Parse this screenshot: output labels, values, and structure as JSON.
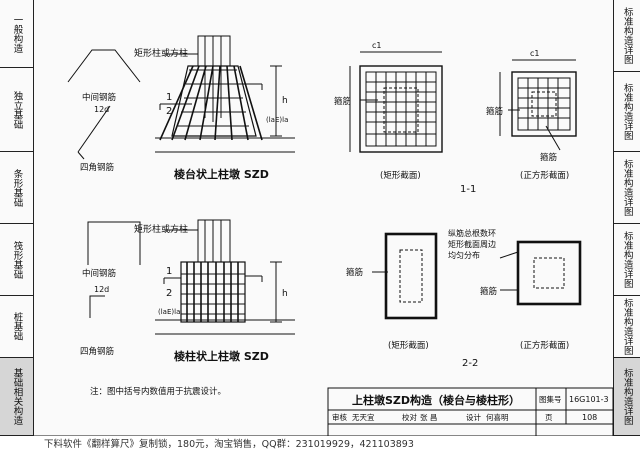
{
  "left_tabs": [
    {
      "label": "一般构造"
    },
    {
      "label": "独立基础"
    },
    {
      "label": "条形基础"
    },
    {
      "label": "筏形基础"
    },
    {
      "label": "桩基础"
    },
    {
      "label": "基础相关构造",
      "active": true
    }
  ],
  "right_tabs": [
    {
      "label": "标准构造详图"
    },
    {
      "label": "标准构造详图"
    },
    {
      "label": "标准构造详图"
    },
    {
      "label": "标准构造详图"
    },
    {
      "label": "标准构造详图"
    },
    {
      "label": "标准构造详图",
      "active": true
    }
  ],
  "top_detail": {
    "title": "棱台状上柱墩 SZD",
    "label_column": "矩形柱或方柱",
    "mark_1": "1",
    "mark_2": "2",
    "label_h": "h",
    "label_la": "(laE)la",
    "side_mid": "中间钢筋",
    "side_12d": "12d",
    "side_corner": "四角钢筋"
  },
  "bottom_detail": {
    "title": "棱柱状上柱墩 SZD",
    "label_column": "矩形柱或方柱",
    "mark_1": "1",
    "mark_2": "2",
    "label_h": "h",
    "label_la": "(laE)la",
    "side_mid": "中间钢筋",
    "side_12d": "12d",
    "side_corner": "四角钢筋"
  },
  "section_1": {
    "label": "1-1",
    "left_caption": "(矩形截面)",
    "right_caption": "(正方形截面)",
    "stirrup_a": "箍筋",
    "stirrup_b": "箍筋",
    "stirrup_c": "箍筋",
    "c1": "c1"
  },
  "section_2": {
    "label": "2-2",
    "left_caption": "(矩形截面)",
    "right_caption": "(正方形截面)",
    "stirrup_a": "箍筋",
    "note_1": "纵筋总根数环",
    "note_2": "矩形截面周边",
    "note_3": "均匀分布",
    "stirrup_b": "箍筋"
  },
  "note": "注：图中括号内数值用于抗震设计。",
  "title_block": {
    "title": "上柱墩SZD构造（棱台与棱柱形）",
    "atlas_label": "图集号",
    "atlas_no": "16G101-3",
    "review": "审核",
    "review_name": "无天宜",
    "check": "校对",
    "check_name": "张 昌",
    "design": "设计",
    "design_name": "何喜明",
    "page_label": "页",
    "page_no": "108"
  },
  "footer": "下料软件《翻样算尺》复制锁，180元，淘宝销售，QQ群：231019929，421103893"
}
